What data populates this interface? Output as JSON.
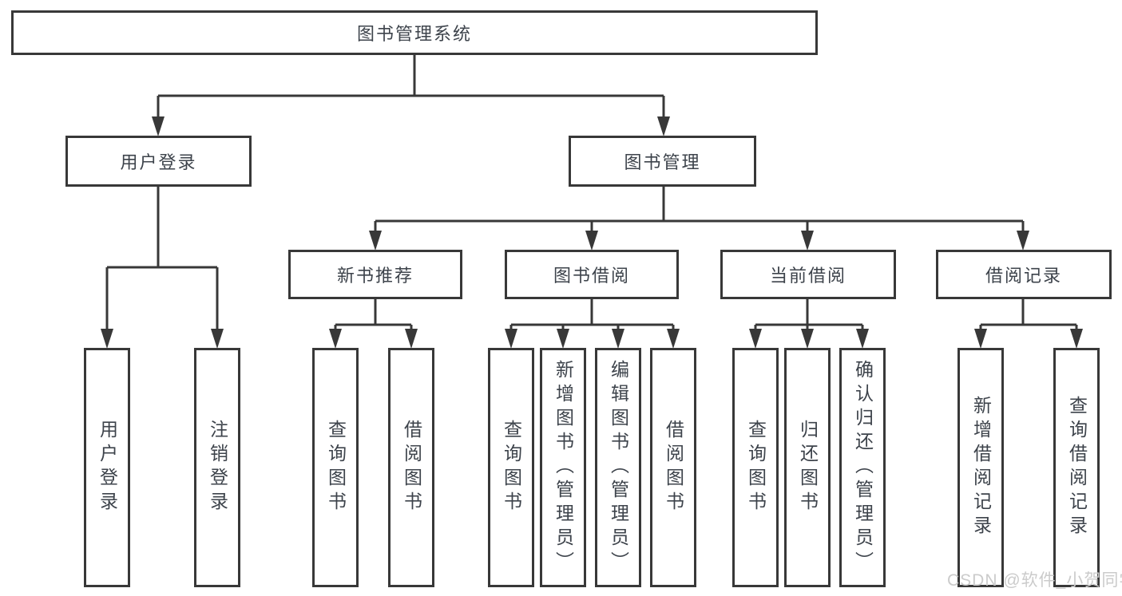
{
  "diagram": {
    "root": {
      "label": "图书管理系统"
    },
    "level2": [
      {
        "label": "用户登录"
      },
      {
        "label": "图书管理"
      }
    ],
    "level3": [
      {
        "label": "新书推荐"
      },
      {
        "label": "图书借阅"
      },
      {
        "label": "当前借阅"
      },
      {
        "label": "借阅记录"
      }
    ],
    "leaves": [
      {
        "label": "用户登录"
      },
      {
        "label": "注销登录"
      },
      {
        "label": "查询图书"
      },
      {
        "label": "借阅图书"
      },
      {
        "label": "查询图书"
      },
      {
        "label": "新增图书（管理员）"
      },
      {
        "label": "编辑图书（管理员）"
      },
      {
        "label": "借阅图书"
      },
      {
        "label": "查询图书"
      },
      {
        "label": "归还图书"
      },
      {
        "label": "确认归还（管理员）"
      },
      {
        "label": "新增借阅记录"
      },
      {
        "label": "查询借阅记录"
      }
    ]
  },
  "colors": {
    "line": "#383838",
    "text": "#3d434b",
    "watermark": "#cbcbcb"
  },
  "watermark": "CSDN @软件_小贺同学"
}
